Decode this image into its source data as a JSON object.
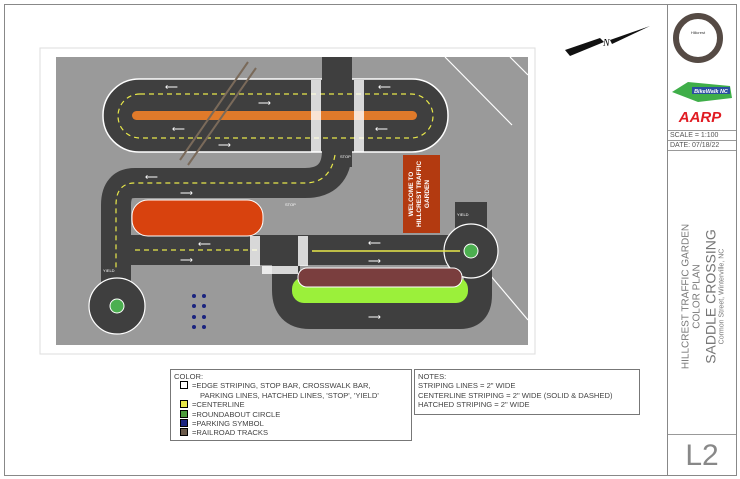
{
  "sign": {
    "line1": "WELCOME TO",
    "line2": "HILLCREST TRAFFIC",
    "line3": "GARDEN"
  },
  "markings": {
    "stop": "STOP",
    "yield": "YIELD"
  },
  "north_arrow": {
    "label": "N"
  },
  "title_block": {
    "logos": [
      "Hillcrest Traffic Garden",
      "BikeWalk NC",
      "AARP"
    ],
    "scale": "SCALE = 1:100",
    "date": "DATE: 07/18/22",
    "project": "HILLCREST TRAFFIC GARDEN",
    "sheet_type": "COLOR PLAN",
    "subdivision": "SADDLE CROSSING",
    "address": "Cormon Street, Winterville, NC",
    "sheet_number": "L2"
  },
  "legend": {
    "title": "COLOR:",
    "items": [
      {
        "color": "#ffffff",
        "label": "=EDGE STRIPING, STOP BAR, CROSSWALK BAR,",
        "label2": "PARKING LINES, HATCHED LINES, 'STOP', 'YIELD'"
      },
      {
        "color": "#e8e84a",
        "label": "=CENTERLINE"
      },
      {
        "color": "#4c9a3c",
        "label": "=ROUNDABOUT CIRCLE"
      },
      {
        "color": "#1a237e",
        "label": "=PARKING SYMBOL"
      },
      {
        "color": "#6b5a4a",
        "label": "=RAILROAD TRACKS"
      }
    ]
  },
  "notes": {
    "title": "NOTES:",
    "lines": [
      "STRIPING LINES = 2\" WIDE",
      "CENTERLINE STRIPING = 2\" WIDE (SOLID & DASHED)",
      "HATCHED STRIPING = 2\" WIDE"
    ]
  },
  "colors": {
    "pavement": "#3f3f3f",
    "ground": "#9a9a9a",
    "median_orange": "#e07a2a",
    "island_red": "#d8420e",
    "island_maroon": "#7a3e3e",
    "bike_lane": "#9bf03a",
    "sign": "#b33a10"
  }
}
